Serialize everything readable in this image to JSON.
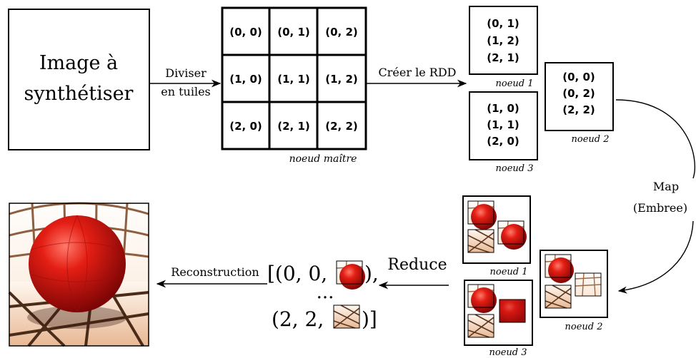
{
  "source_box": {
    "line1": "Image à",
    "line2": "synthétiser"
  },
  "split_arrow": {
    "line1": "Diviser",
    "line2": "en tuiles"
  },
  "grid": {
    "cells": [
      [
        "(0, 0)",
        "(0, 1)",
        "(0, 2)"
      ],
      [
        "(1, 0)",
        "(1, 1)",
        "(1, 2)"
      ],
      [
        "(2, 0)",
        "(2, 1)",
        "(2, 2)"
      ]
    ],
    "caption": "noeud maître"
  },
  "rdd_arrow": {
    "label": "Créer le RDD"
  },
  "nodes_rdd": [
    {
      "tiles": [
        "(0, 1)",
        "(1, 2)",
        "(2, 1)"
      ],
      "caption": "noeud 1"
    },
    {
      "tiles": [
        "(0, 0)",
        "(0, 2)",
        "(2, 2)"
      ],
      "caption": "noeud 2"
    },
    {
      "tiles": [
        "(1, 0)",
        "(1, 1)",
        "(2, 0)"
      ],
      "caption": "noeud 3"
    }
  ],
  "map_arrow": {
    "line1": "Map",
    "line2": "(Embree)"
  },
  "nodes_rendered": [
    {
      "caption": "noeud 1"
    },
    {
      "caption": "noeud 2"
    },
    {
      "caption": "noeud 3"
    }
  ],
  "reduce_arrow": {
    "label": "Reduce"
  },
  "result_list": {
    "line1_prefix": "[(0,  0,",
    "line1_suffix": "),",
    "ellipsis": "...",
    "line3_prefix": "(2,  2,",
    "line3_suffix": ")]"
  },
  "reconstruction_arrow": {
    "label": "Reconstruction"
  },
  "colors": {
    "stroke": "#000000",
    "sphere": "#d81010",
    "floor": "#f3dcc6"
  }
}
